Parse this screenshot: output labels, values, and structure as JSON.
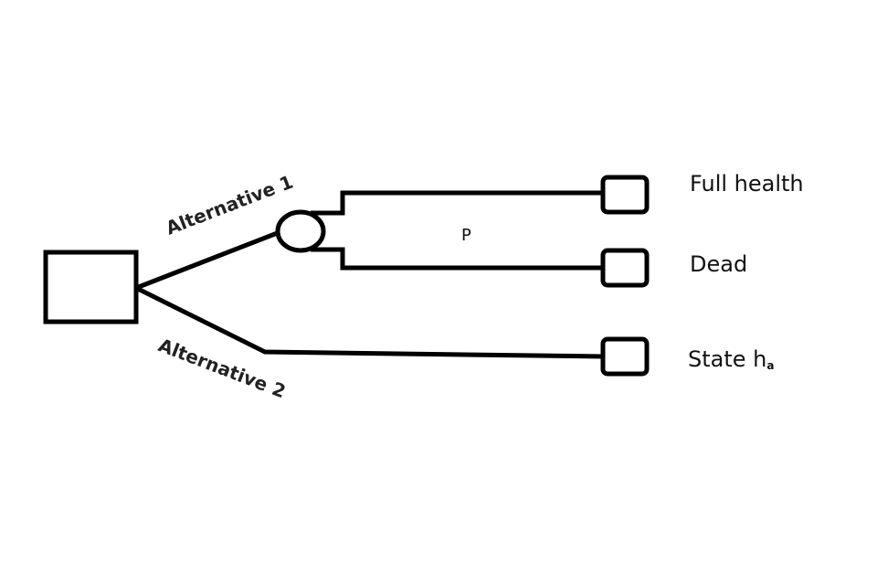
{
  "branches": {
    "alt1": "Alternative 1",
    "alt2": "Alternative 2"
  },
  "probability": "P",
  "outcomes": {
    "full_health": "Full health",
    "dead": "Dead",
    "state_main": "State h",
    "state_sub": "a"
  }
}
